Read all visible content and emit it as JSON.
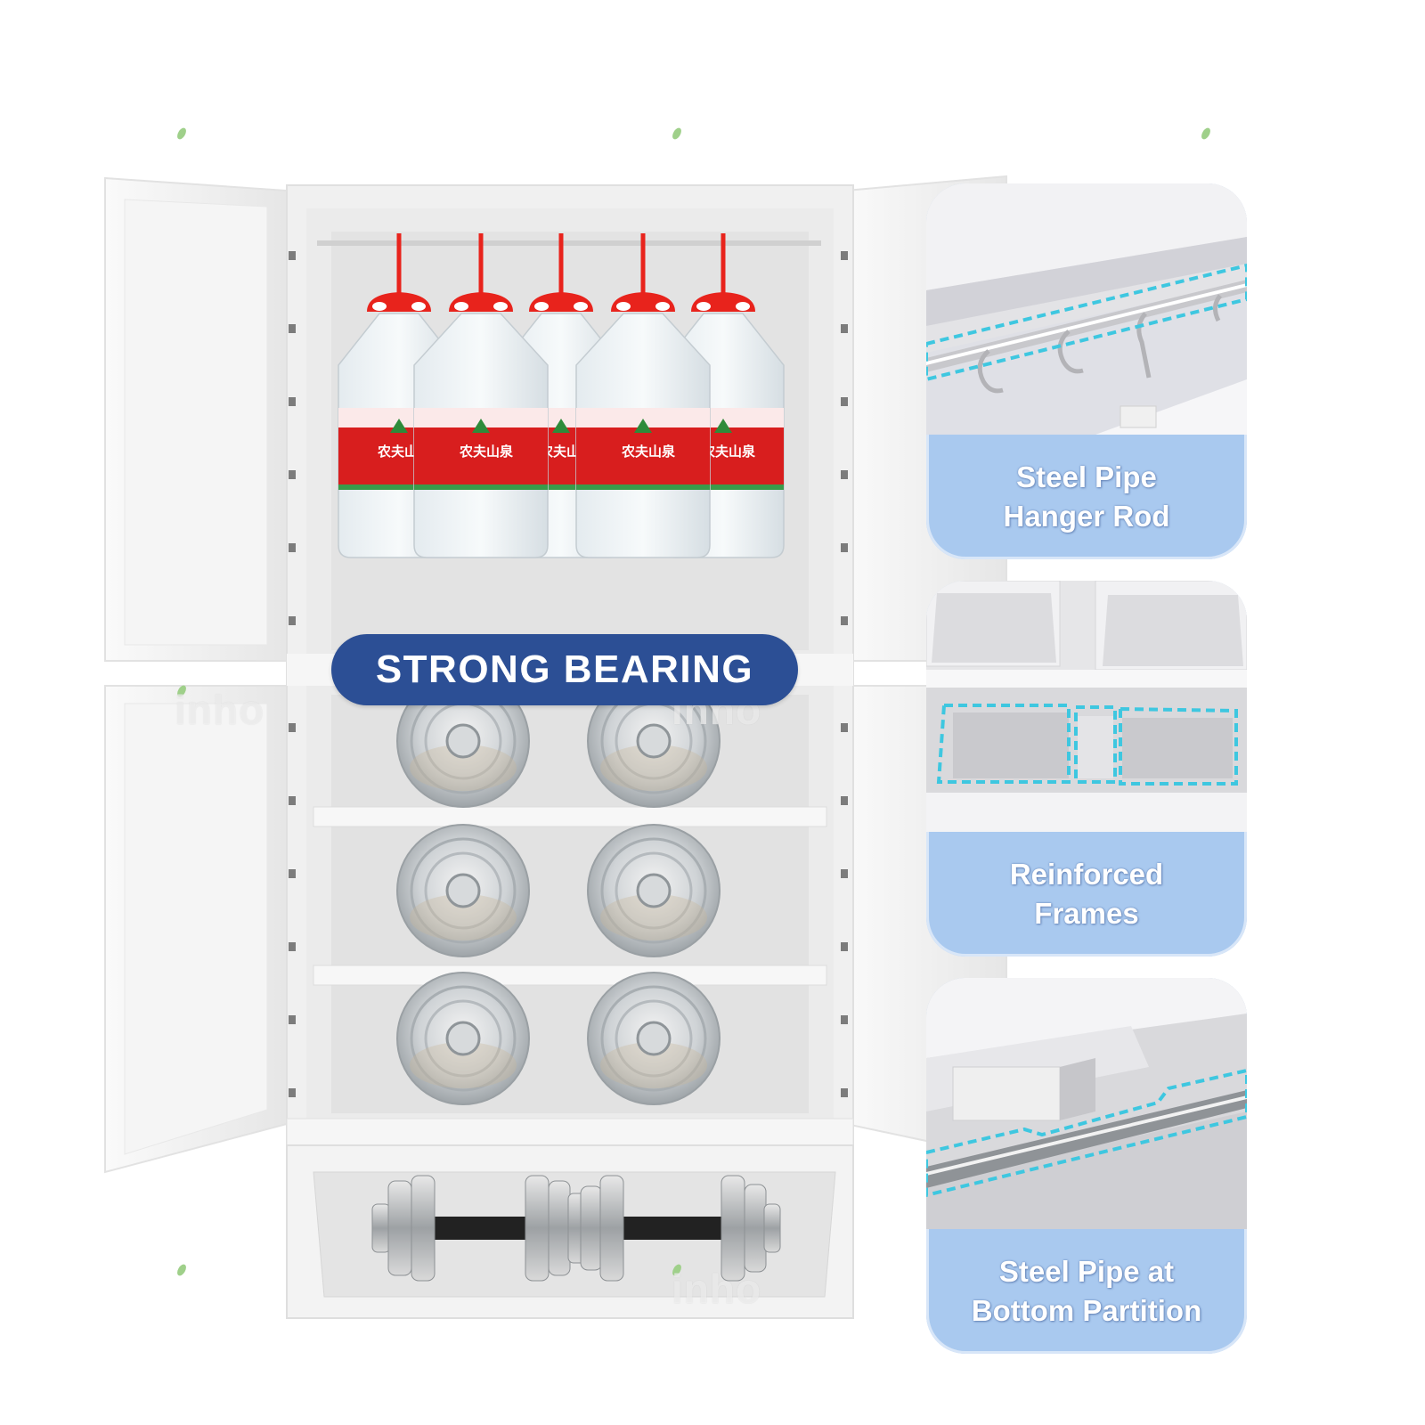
{
  "headline": "STRONG BEARING",
  "features": [
    {
      "caption": "Steel Pipe\nHanger Rod",
      "icon": "hanger-rod-closeup"
    },
    {
      "caption": "Reinforced\nFrames",
      "icon": "reinforced-frame-closeup"
    },
    {
      "caption": "Steel Pipe at\nBottom Partition",
      "icon": "bottom-partition-closeup"
    }
  ],
  "watermark": "inho",
  "bottle_label": "农夫山泉",
  "colors": {
    "badge": "#2c4f95",
    "card": "#a9c9ef",
    "highlight_dashes": "#3ec7e0",
    "bottle_cap": "#e8231c",
    "cabinet": "#f2f2f2"
  }
}
